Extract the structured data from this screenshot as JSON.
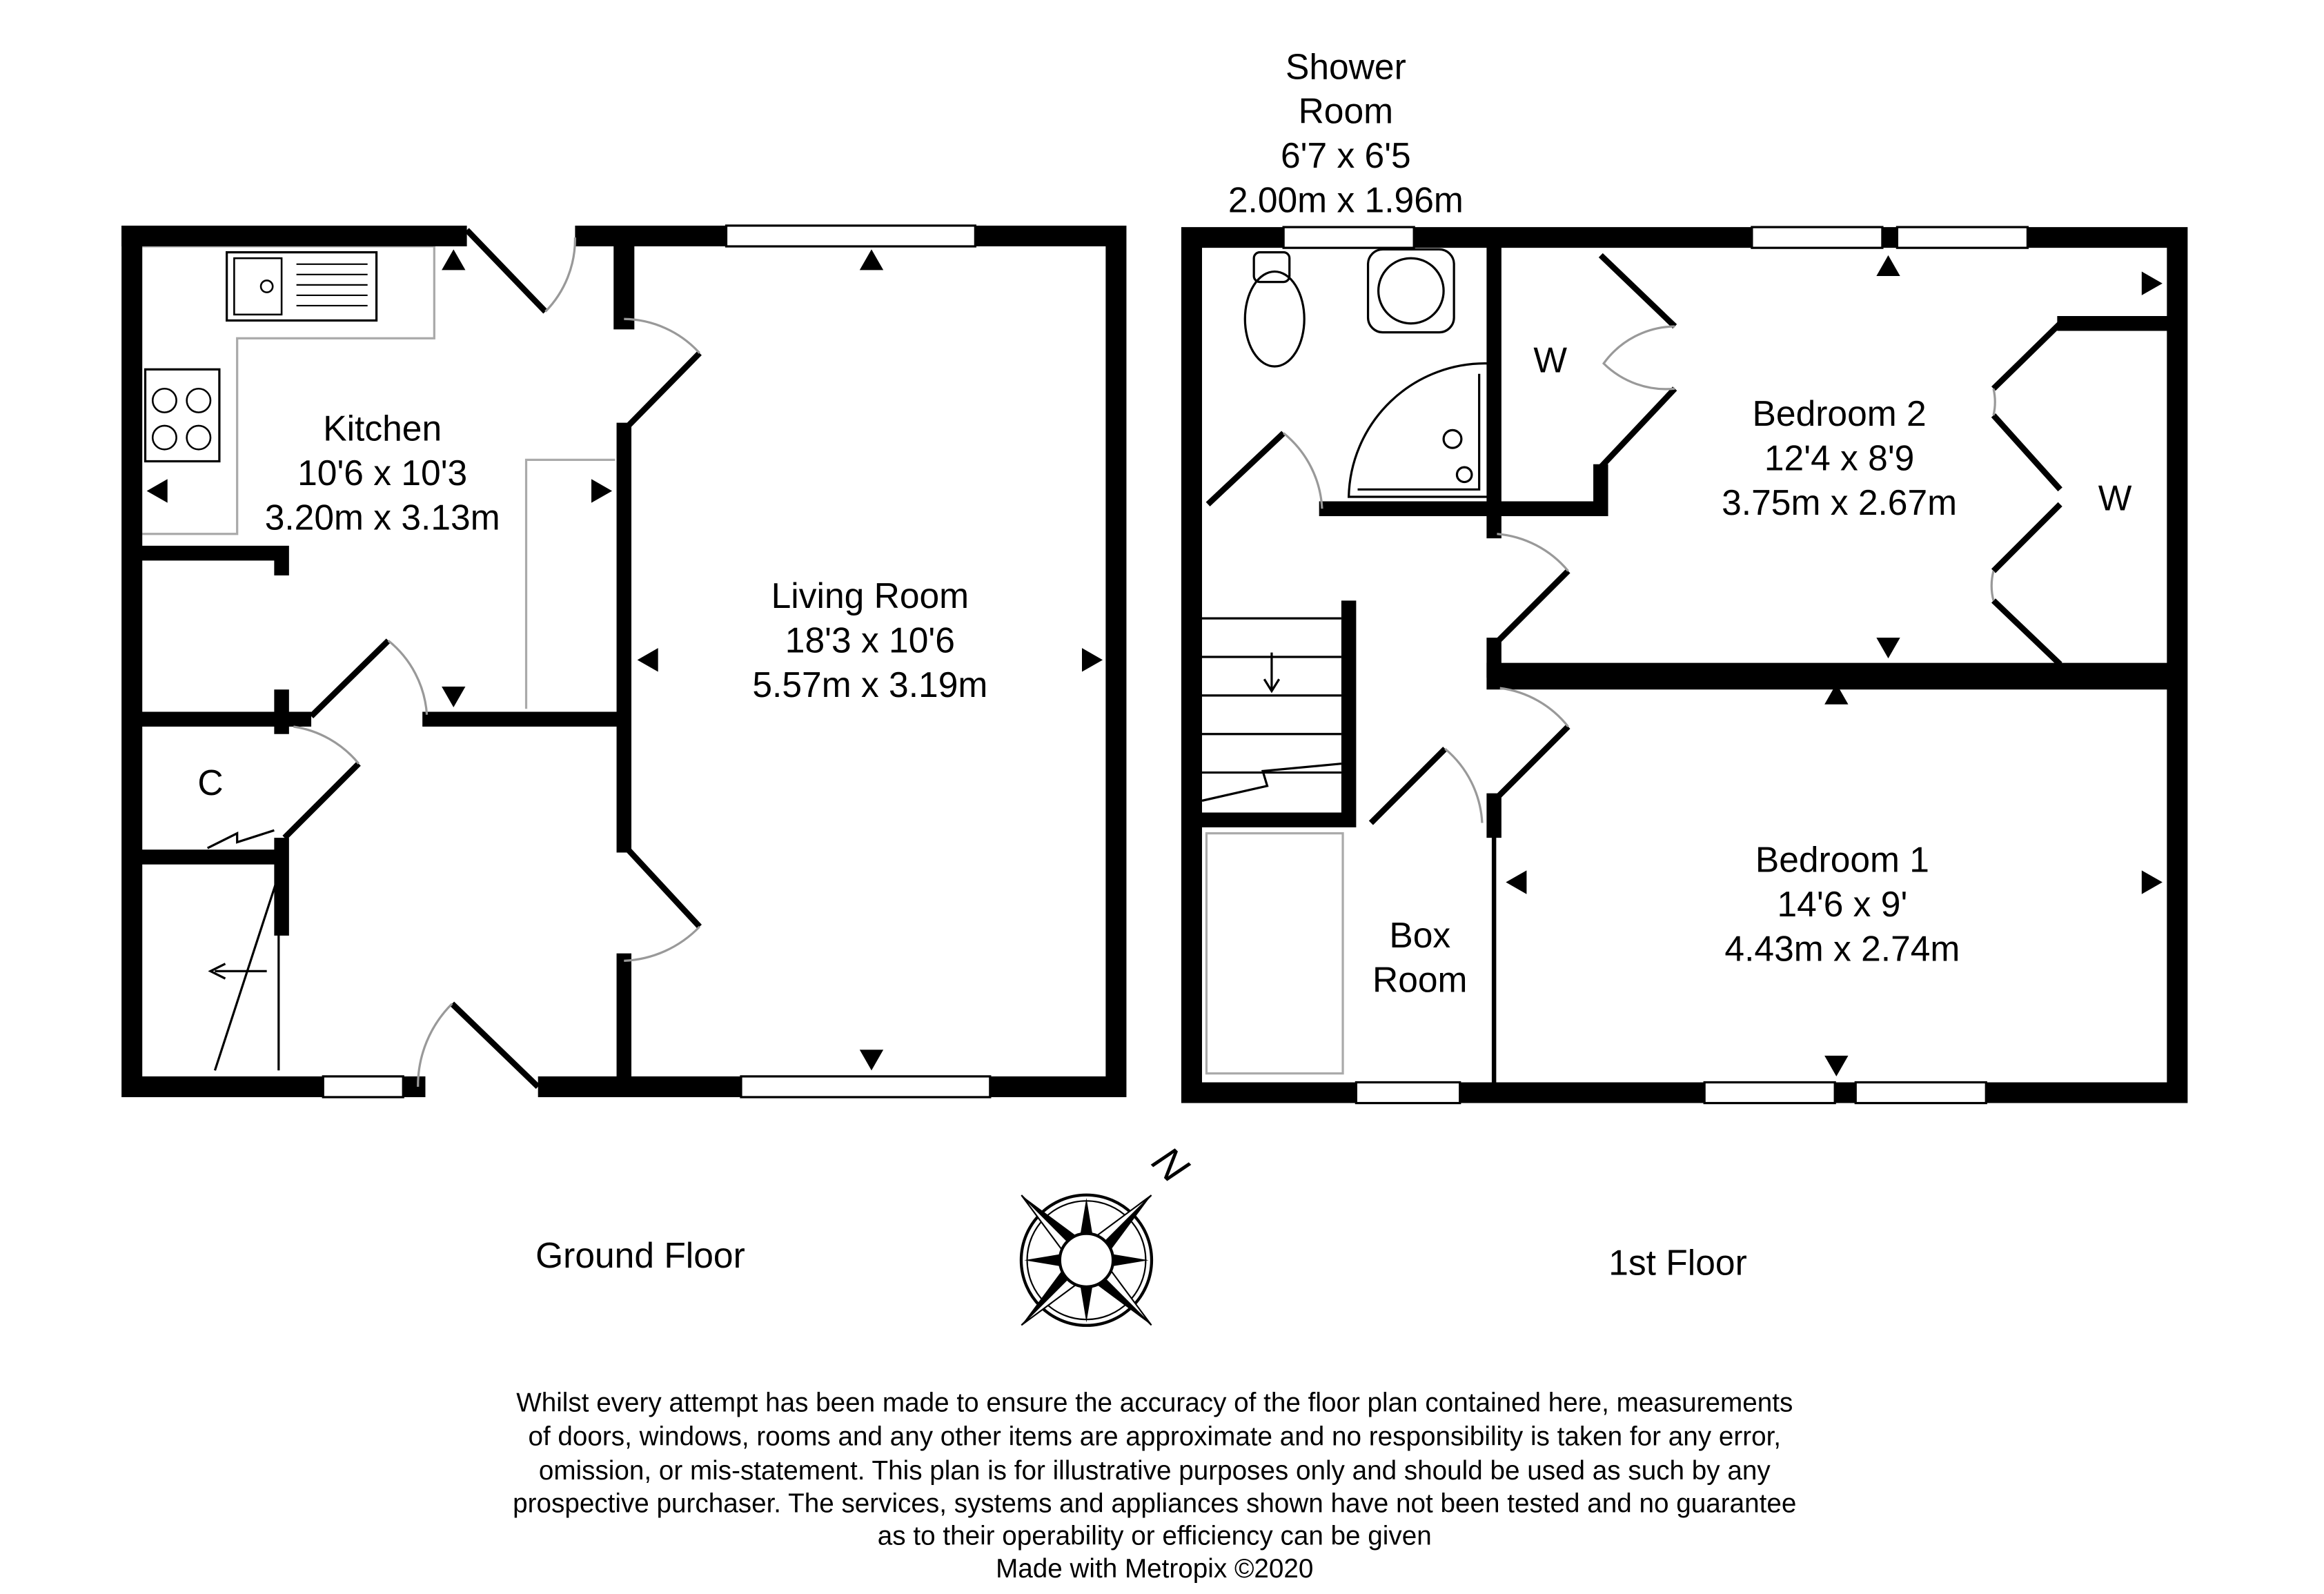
{
  "floors": {
    "ground": {
      "title": "Ground Floor",
      "rooms": [
        {
          "name": "Kitchen",
          "imperial": "10'6 x 10'3",
          "metric": "3.20m x 3.13m"
        },
        {
          "name": "Living Room",
          "imperial": "18'3 x 10'6",
          "metric": "5.57m x 3.19m"
        }
      ],
      "cupboard": "C"
    },
    "first": {
      "title": "1st Floor",
      "rooms": [
        {
          "name_line1": "Shower",
          "name_line2": "Room",
          "imperial": "6'7 x 6'5",
          "metric": "2.00m x 1.96m"
        },
        {
          "name": "Bedroom 2",
          "imperial": "12'4 x 8'9",
          "metric": "3.75m x 2.67m"
        },
        {
          "name": "Bedroom 1",
          "imperial": "14'6 x 9'",
          "metric": "4.43m x 2.74m"
        },
        {
          "name_line1": "Box",
          "name_line2": "Room"
        }
      ],
      "wardrobe_left": "W",
      "wardrobe_right": "W"
    }
  },
  "compass": {
    "north_label": "N"
  },
  "disclaimer": [
    "Whilst every attempt has been made to ensure the accuracy of the floor plan contained here, measurements",
    "of doors, windows, rooms and any other items are approximate and no responsibility is taken for any error,",
    "omission, or mis-statement. This plan is for illustrative purposes only and should be used as such by any",
    "prospective purchaser. The services, systems and appliances shown have not been tested and no guarantee",
    "as to their operability or efficiency can be given",
    "Made with Metropix ©2020"
  ]
}
